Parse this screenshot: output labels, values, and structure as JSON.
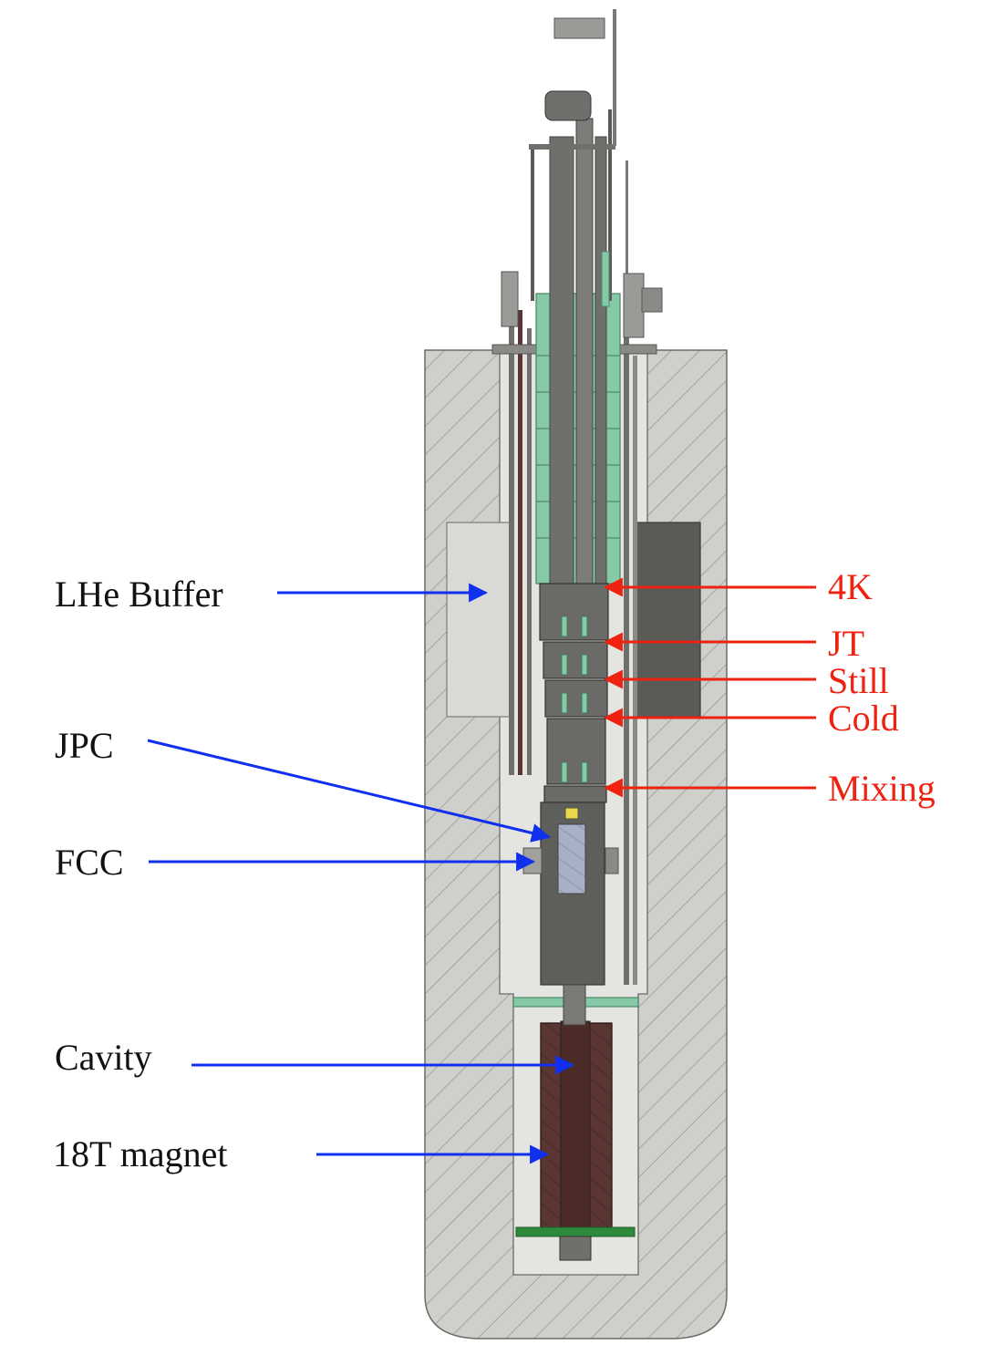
{
  "colors": {
    "left_arrow": "#1030ee",
    "right_arrow": "#ee2211",
    "left_text": "#111111",
    "right_text": "#ee2211",
    "outer_shield": "#cfcfcb",
    "hatch": "#8c8c88",
    "liner": "#e4e4e0",
    "tube_metal": "#6f6f6c",
    "green_shield": "#86c9a6",
    "magnet_brown": "#5b3531",
    "jpc_blue": "#a8b0c8",
    "buffer_gray": "#d9d9d5",
    "dark_gray": "#5a5a57"
  },
  "labels": {
    "left": [
      {
        "key": "lhe",
        "text": "LHe Buffer"
      },
      {
        "key": "jpc",
        "text": "JPC"
      },
      {
        "key": "fcc",
        "text": "FCC"
      },
      {
        "key": "cavity",
        "text": "Cavity"
      },
      {
        "key": "magnet",
        "text": "18T magnet"
      }
    ],
    "right": [
      {
        "key": "k4",
        "text": "4K"
      },
      {
        "key": "jt",
        "text": "JT"
      },
      {
        "key": "still",
        "text": "Still"
      },
      {
        "key": "cold",
        "text": "Cold"
      },
      {
        "key": "mixing",
        "text": "Mixing"
      }
    ]
  }
}
